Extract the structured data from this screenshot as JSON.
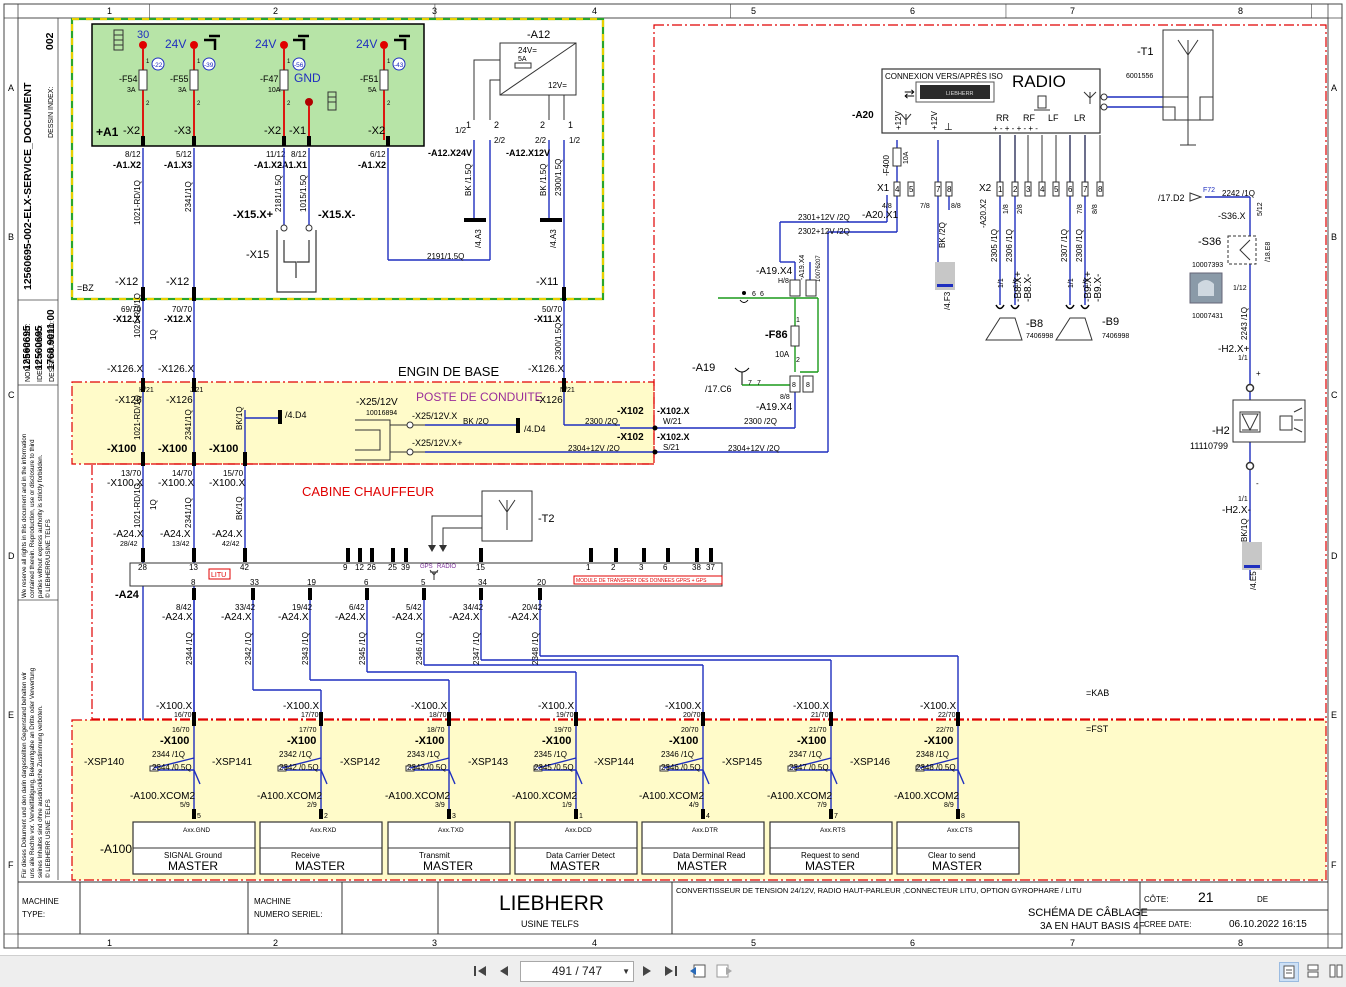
{
  "sheet": {
    "col_numbers": [
      "1",
      "2",
      "3",
      "4",
      "5",
      "6",
      "7",
      "8"
    ],
    "row_letters": [
      "A",
      "B",
      "C",
      "D",
      "E",
      "F"
    ],
    "side_index": {
      "doc": "12560695-002-ELX-SERVICE_DOCUMENT",
      "index": "002",
      "index_label": "DESSIN INDEX:",
      "proj1": "12560695",
      "proj2": "12560695",
      "drawing_no": "1768 9011 00",
      "proj_labels": [
        "NOM DE PROJET:",
        "IDENT. NUMERO:",
        "DESSIN NUMERO:"
      ],
      "copyright_en": [
        "We reserve all rights in this document and in the information",
        "contained therein. Reproduction, use or disclosure to third",
        "parties without express authority is strictly forbidden.",
        "© LIEBHERR/USINE TELFS"
      ],
      "copyright_de": [
        "Für dieses Dokument und den darin dargestellten Gegenstand behalten wir",
        "uns alle Rechte vor. Vervielfältigung, Bekanntgabe an Dritte oder Verwertung",
        "seines Inhaltes sind ohne ausdrückliche Zustimmung verboten.",
        "© LIEBHERR    USINE TELFS"
      ]
    }
  },
  "zones": {
    "engin": "ENGIN DE BASE",
    "poste": "POSTE DE CONDUITE",
    "cabine": "CABINE CHAUFFEUR",
    "bz": "=BZ",
    "kab": "=KAB",
    "fst": "=FST"
  },
  "a1": {
    "label": "+A1",
    "v30": "30",
    "v24": "24V",
    "gnd": "GND",
    "fuses": [
      {
        "name": "-F54",
        "amp": "3A",
        "ref": "-22"
      },
      {
        "name": "-F55",
        "amp": "3A",
        "ref": "-39"
      },
      {
        "name": "-F47",
        "amp": "10A",
        "ref": "-56"
      },
      {
        "name": "-F51",
        "amp": "5A",
        "ref": "-43"
      }
    ],
    "conn": [
      "-X2",
      "-X3",
      "-X2",
      "-X1",
      "-X2"
    ],
    "pins": [
      "8/12",
      "5/12",
      "11/12",
      "8/12",
      "6/12"
    ],
    "xconn": [
      "-A1.X2",
      "-A1.X3",
      "-A1.X2",
      "-A1.X1",
      "-A1.X2"
    ]
  },
  "wires": {
    "w1021": "1021-RD/1Q",
    "w2341": "2341/1Q",
    "w2181": "2181/1.5Q",
    "w1015": "1015/1.5Q",
    "w2191": "2191/1.5Q",
    "wbk15": "BK /1.5Q",
    "w2300": "2300/1.5Q",
    "wbk1q": "BK/1Q",
    "w1q": "1Q",
    "w2300_2q": "2300 /2Q",
    "w2304": "2304+12V /2Q",
    "w2301": "2301+12V /2Q",
    "w2302": "2302+12V /2Q",
    "wbk2q": "BK /2Q",
    "wbk2q_b": "BK /2Q",
    "w2300_2q_b": "2300 /2Q",
    "w2304_b": "2304+12V /2Q",
    "w2305": "2305 /1Q",
    "w2306": "2306 /1Q",
    "w2307": "2307 /1Q",
    "w2308": "2308 /1Q",
    "w2242": "2242 /1Q",
    "w2243": "2243 /1Q",
    "wbk10": "BK/1Q",
    "bus": [
      "2344 /1Q",
      "2342 /1Q",
      "2343 /1Q",
      "2345 /1Q",
      "2346 /1Q",
      "2347 /1Q",
      "2348 /1Q"
    ]
  },
  "a12": {
    "label": "-A12",
    "top": "24V=",
    "amp": "5A",
    "bottom": "12V=",
    "x24": "-A12.X24V",
    "x12": "-A12.X12V",
    "pins": [
      "1/2",
      "2/2",
      "2/2",
      "1/2"
    ],
    "refs": [
      "/4.A3",
      "/4.A3"
    ]
  },
  "x15": {
    "label": "-X15",
    "plus": "-X15.X+",
    "minus": "-X15.X-"
  },
  "x12": {
    "labels": [
      "-X12",
      "-X12",
      "-X11"
    ],
    "pins": [
      "69/70",
      "70/70",
      "50/70"
    ],
    "conn": [
      "-X12.X",
      "-X12.X",
      "-X11.X"
    ]
  },
  "x126": {
    "labels": [
      "-X126.X",
      "-X126.X",
      "-X126.X"
    ],
    "h": [
      "H/21",
      "J/21",
      "N/21"
    ],
    "conn": [
      "-X126",
      "-X126",
      "-X126"
    ]
  },
  "x100top": {
    "labels": [
      "-X100",
      "-X100",
      "-X100"
    ],
    "pins": [
      "13/70",
      "14/70",
      "15/70"
    ],
    "conn": [
      "-X100.X",
      "-X100.X",
      "-X100.X"
    ],
    "ref": "/4.D4"
  },
  "x25": {
    "label": "-X25/12V",
    "code": "10016894",
    "v": "-X25/12V.X",
    "vp": "-X25/12V.X+",
    "ref": "/4.D4"
  },
  "x102": {
    "labels": [
      "-X102",
      "-X102"
    ],
    "conn": [
      "-X102.X",
      "-X102.X"
    ],
    "pins": [
      "W/21",
      "S/21"
    ]
  },
  "a19": {
    "x4a": "-A19.X4",
    "h8": "H/8",
    "x4b": "-A19.X4",
    "p88": "8/8",
    "label": "-A19",
    "ref": "/17.C6",
    "pins": [
      "6",
      "6",
      "7",
      "7",
      "8",
      "8"
    ]
  },
  "f86": {
    "label": "-F86",
    "amp": "10A",
    "p1": "1",
    "p2": "2"
  },
  "a20": {
    "label": "-A20",
    "title": "RADIO",
    "subtitle": "CONNEXION VERS/APRÈS ISO",
    "display": "LIEBHERR",
    "v12": "+12V",
    "channels": [
      "RR",
      "RF",
      "LF",
      "LR"
    ],
    "x1": "X1",
    "x2": "X2",
    "x1pins": [
      "4",
      "5",
      "7",
      "8"
    ],
    "x2pins": [
      "1",
      "2",
      "3",
      "4",
      "5",
      "6",
      "7",
      "8"
    ],
    "x1conn": "-A20.X1",
    "x1pinlabels": [
      "4/8",
      "7/8",
      "8/8"
    ],
    "x2conn": "-A20.X2",
    "x2pinlabels": [
      "1/8",
      "2/8",
      "7/8",
      "8/8"
    ],
    "f400": "-F400",
    "f400amp": "10A",
    "ref_f3": "/4.F3"
  },
  "t1": {
    "label": "-T1",
    "code": "6001556"
  },
  "b8": {
    "label": "-B8",
    "code": "7406998",
    "plus": "-B8.X+",
    "minus": "-B8.X-",
    "pins": [
      "1/1",
      "1/1"
    ]
  },
  "b9": {
    "label": "-B9",
    "code": "7406998",
    "plus": "-B9.X+",
    "minus": "-B9.X-",
    "pins": [
      "1/1",
      "1/1"
    ]
  },
  "s36": {
    "label": "-S36",
    "xlabel": "-S36.X",
    "pin": "5/12",
    "ref": "/17.D2",
    "f72": "F72",
    "ref2": "/18.E8",
    "code1": "10007393",
    "code2": "10007431",
    "pin2": "1/12"
  },
  "h2": {
    "label": "-H2",
    "code": "11110799",
    "xplus": "-H2.X+",
    "xminus": "-H2.X-",
    "pins": [
      "1/1",
      "1/1"
    ],
    "ref": "/4.E5"
  },
  "t2": {
    "label": "-T2"
  },
  "a24": {
    "label": "-A24",
    "litu": "LITU",
    "gps": "GPS",
    "radio": "RADIO",
    "module": "MODULE DE TRANSFERT DES DONNEES GPRS + GPS",
    "top_pins": [
      "28",
      "13",
      "42",
      "9",
      "12",
      "26",
      "25",
      "39",
      "15",
      "1",
      "2",
      "3",
      "6",
      "38",
      "37"
    ],
    "bottom_pins": [
      "8",
      "33",
      "19",
      "6",
      "5",
      "34",
      "20"
    ],
    "conn_top": [
      "-A24.X",
      "-A24.X",
      "-A24.X"
    ],
    "pins_top": [
      "28/42",
      "13/42",
      "42/42"
    ],
    "bottom_conn": "-A24.X",
    "bottom_pinlabels": [
      "8/42",
      "33/42",
      "19/42",
      "6/42",
      "5/42",
      "34/42",
      "20/42"
    ]
  },
  "x100bottom": {
    "conn": [
      "-X100.X",
      "-X100.X",
      "-X100.X",
      "-X100.X",
      "-X100.X",
      "-X100.X",
      "-X100.X"
    ],
    "pins": [
      "16/70",
      "17/70",
      "18/70",
      "19/70",
      "20/70",
      "21/70",
      "22/70"
    ],
    "label": "-X100"
  },
  "xsp": {
    "labels": [
      "-XSP140",
      "-XSP141",
      "-XSP142",
      "-XSP143",
      "-XSP144",
      "-XSP145",
      "-XSP146"
    ],
    "w05": [
      "2344 /0.5Q",
      "2342 /0.5Q",
      "2343 /0.5Q",
      "2345 /0.5Q",
      "2346 /0.5Q",
      "2347 /0.5Q",
      "2348 /0.5Q"
    ]
  },
  "a100": {
    "label": "-A100",
    "xcom": "-A100.XCOM2",
    "pins": [
      "5/9",
      "2/9",
      "3/9",
      "1/9",
      "4/9",
      "7/9",
      "8/9"
    ],
    "pinnums": [
      "5",
      "2",
      "3",
      "1",
      "4",
      "7",
      "8"
    ],
    "blocks": [
      {
        "code": "Axx.GND",
        "desc": "SIGNAL Ground",
        "mode": "MASTER"
      },
      {
        "code": "Axx.RXD",
        "desc": "Receive",
        "mode": "MASTER"
      },
      {
        "code": "Axx.TXD",
        "desc": "Transmit",
        "mode": "MASTER"
      },
      {
        "code": "Axx.DCD",
        "desc": "Data Carrier Detect",
        "mode": "MASTER"
      },
      {
        "code": "Axx.DTR",
        "desc": "Data Derminal Read",
        "mode": "MASTER"
      },
      {
        "code": "Axx.RTS",
        "desc": "Request to send",
        "mode": "MASTER"
      },
      {
        "code": "Axx.CTS",
        "desc": "Clear to send",
        "mode": "MASTER"
      }
    ]
  },
  "titleblock": {
    "machine": "MACHINE",
    "type": "TYPE:",
    "machine2": "MACHINE",
    "serial": "NUMERO SERIEL:",
    "brand": "LIEBHERR",
    "plant": "USINE TELFS",
    "description": "CONVERTISSEUR DE TENSION 24/12V, RADIO HAUT-PARLEUR ,CONNECTEUR LITU, OPTION GYROPHARE / LITU",
    "schema1": "SCHÉMA DE CÂBLAGE",
    "schema2": "3A EN HAUT BASIS 4F",
    "cote_label": "CÔTE:",
    "cote": "21",
    "de": "DE",
    "date_label": "CREE DATE:",
    "date": "06.10.2022  16:15"
  },
  "viewer": {
    "page_display": "491 / 747"
  },
  "colors": {
    "wire": "#1f2fbf",
    "red": "#e00000",
    "green": "#1a9a1a",
    "a1_fill": "#b7e4a7",
    "zone_fill": "#fffbc9",
    "grey_marker": "#c7c7c7"
  }
}
